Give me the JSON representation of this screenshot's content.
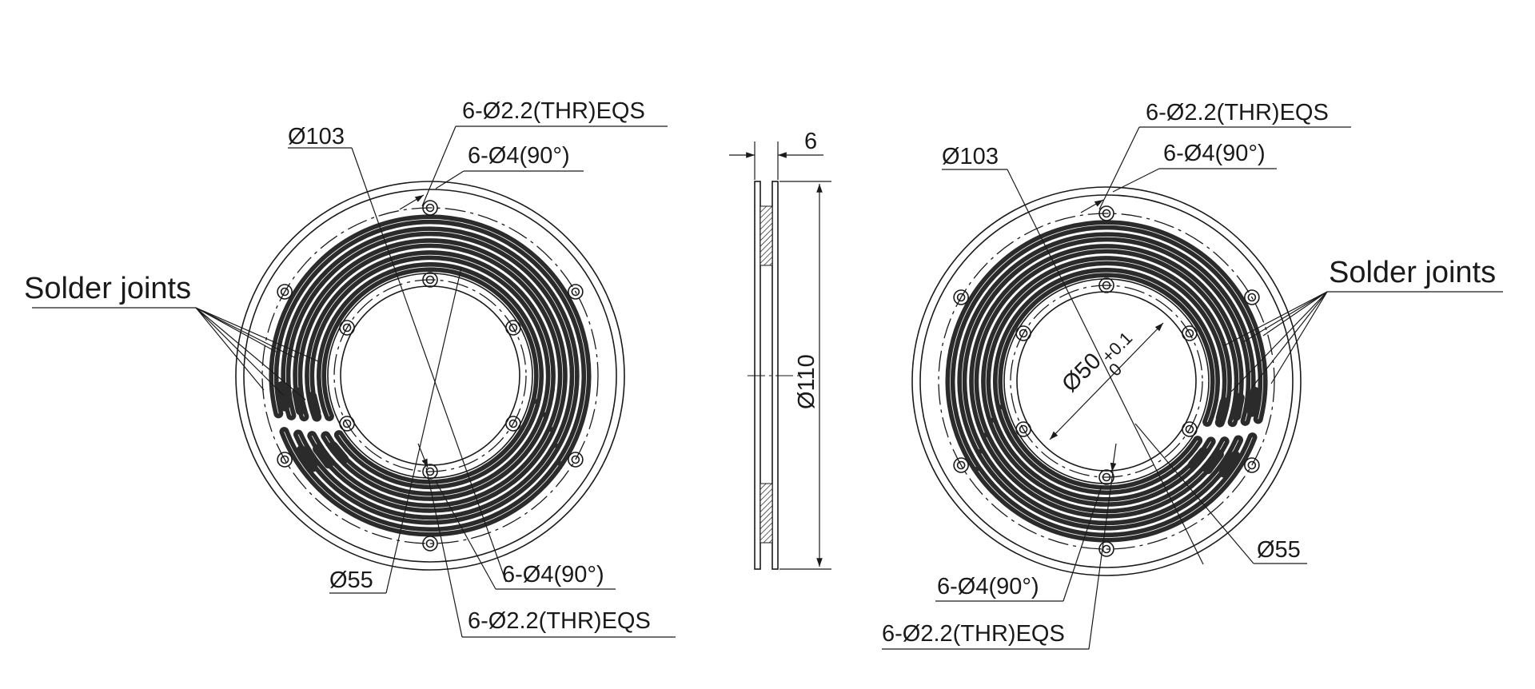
{
  "left_view": {
    "solder_label": "Solder joints",
    "dia_outer": "Ø103",
    "dia_inner": "Ø55",
    "thr_top": "6-Ø2.2(THR)EQS",
    "csk_top": "6-Ø4(90°)",
    "csk_bottom": "6-Ø4(90°)",
    "thr_bottom": "6-Ø2.2(THR)EQS"
  },
  "side_view": {
    "thickness": "6",
    "diameter": "Ø110"
  },
  "right_view": {
    "solder_label": "Solder joints",
    "dia_outer": "Ø103",
    "bore": "Ø50",
    "tol_upper": "+0.1",
    "tol_lower": "0",
    "dia_inner": "Ø55",
    "thr_top": "6-Ø2.2(THR)EQS",
    "csk_top": "6-Ø4(90°)",
    "csk_bottom": "6-Ø4(90°)",
    "thr_bottom": "6-Ø2.2(THR)EQS"
  },
  "colors": {
    "line": "#1a1a1a",
    "track_fill": "#2b2b2b",
    "background": "#ffffff"
  }
}
